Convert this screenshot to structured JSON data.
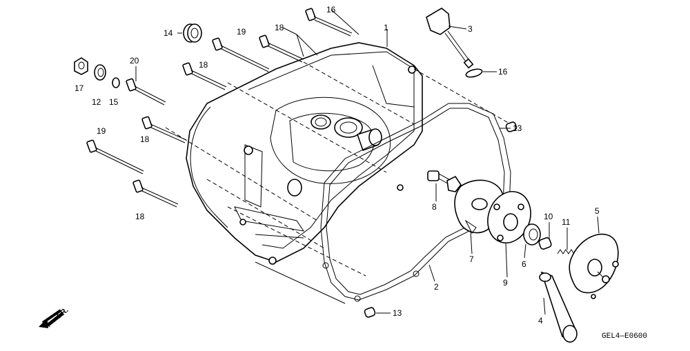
{
  "diagram_code": "GEL4—E0600",
  "direction_label": "FR.",
  "callouts": [
    {
      "id": "c1",
      "label": "1"
    },
    {
      "id": "c2",
      "label": "2"
    },
    {
      "id": "c3",
      "label": "3"
    },
    {
      "id": "c4",
      "label": "4"
    },
    {
      "id": "c5",
      "label": "5"
    },
    {
      "id": "c6",
      "label": "6"
    },
    {
      "id": "c7",
      "label": "7"
    },
    {
      "id": "c8",
      "label": "8"
    },
    {
      "id": "c9",
      "label": "9"
    },
    {
      "id": "c10",
      "label": "10"
    },
    {
      "id": "c11",
      "label": "11"
    },
    {
      "id": "c12",
      "label": "12"
    },
    {
      "id": "c13a",
      "label": "13"
    },
    {
      "id": "c13b",
      "label": "13"
    },
    {
      "id": "c14",
      "label": "14"
    },
    {
      "id": "c15",
      "label": "15"
    },
    {
      "id": "c16a",
      "label": "16"
    },
    {
      "id": "c16b",
      "label": "16"
    },
    {
      "id": "c17",
      "label": "17"
    },
    {
      "id": "c18a",
      "label": "18"
    },
    {
      "id": "c18b",
      "label": "18"
    },
    {
      "id": "c18c",
      "label": "18"
    },
    {
      "id": "c18d",
      "label": "18"
    },
    {
      "id": "c19a",
      "label": "19"
    },
    {
      "id": "c19b",
      "label": "19"
    },
    {
      "id": "c20",
      "label": "20"
    }
  ]
}
